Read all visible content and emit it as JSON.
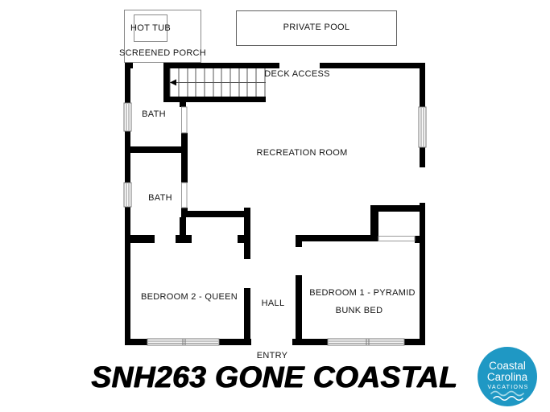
{
  "floorplan": {
    "title": "SNH263 GONE COASTAL",
    "labels": {
      "hot_tub": "HOT TUB",
      "private_pool": "PRIVATE POOL",
      "screened_porch": "SCREENED PORCH",
      "deck_access": "DECK ACCESS",
      "bath_upper": "BATH",
      "recreation_room": "RECREATION ROOM",
      "bath_lower": "BATH",
      "bedroom2": "BEDROOM 2 - QUEEN",
      "hall": "HALL",
      "bedroom1_line1": "BEDROOM 1 - PYRAMID",
      "bedroom1_line2": "BUNK BED",
      "entry": "ENTRY"
    }
  },
  "logo": {
    "line1": "Coastal",
    "line2": "Carolina",
    "line3": "VACATIONS",
    "circle_color": "#1F98C4",
    "wave_color_light": "#9FD8E8",
    "wave_color_white": "#FFFFFF"
  },
  "colors": {
    "wall": "#000000",
    "thin_line": "#8A8A8A",
    "background": "#FFFFFF",
    "text": "#141414"
  }
}
